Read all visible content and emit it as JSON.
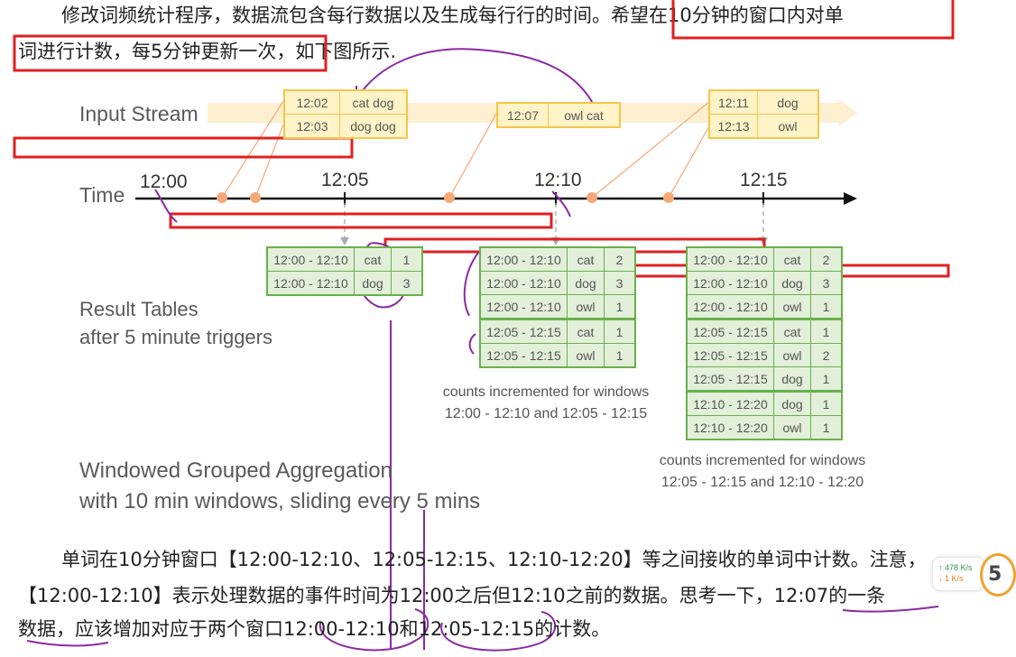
{
  "text": {
    "p1_line1": "修改词频统计程序，数据流包含每行数据以及生成每行行的时间。希望在10分钟的窗口内对单",
    "p1_line2": "词进行计数，每5分钟更新一次，如下图所示.",
    "p2_line1": "单词在10分钟窗口【12:00-12:10、12:05-12:15、12:10-12:20】等之间接收的单词中计数。注意，",
    "p2_line2": "【12:00-12:10】表示处理数据的事件时间为12:00之后但12:10之前的数据。思考一下，12:07的一条",
    "p2_line3": "数据，应该增加对应于两个窗口12:00-12:10和12:05-12:15的计数。"
  },
  "diagram": {
    "input_label": "Input Stream",
    "time_label": "Time",
    "result_label_1": "Result Tables",
    "result_label_2": "after 5 minute triggers",
    "agg_label_1": "Windowed Grouped Aggregation",
    "agg_label_2": "with 10 min windows, sliding every 5 mins",
    "ticks": [
      "12:00",
      "12:05",
      "12:10",
      "12:15"
    ],
    "events": [
      [
        {
          "time": "12:02",
          "words": "cat dog"
        },
        {
          "time": "12:03",
          "words": "dog dog"
        }
      ],
      [
        {
          "time": "12:07",
          "words": "owl cat"
        }
      ],
      [
        {
          "time": "12:11",
          "words": "dog"
        },
        {
          "time": "12:13",
          "words": "owl"
        }
      ]
    ],
    "result_tables": [
      [
        {
          "window": "12:00 - 12:10",
          "word": "cat",
          "count": "1"
        },
        {
          "window": "12:00 - 12:10",
          "word": "dog",
          "count": "3"
        }
      ],
      [
        {
          "window": "12:00 - 12:10",
          "word": "cat",
          "count": "2"
        },
        {
          "window": "12:00 - 12:10",
          "word": "dog",
          "count": "3"
        },
        {
          "window": "12:00 - 12:10",
          "word": "owl",
          "count": "1"
        },
        {
          "window": "12:05 - 12:15",
          "word": "cat",
          "count": "1"
        },
        {
          "window": "12:05 - 12:15",
          "word": "owl",
          "count": "1"
        }
      ],
      [
        {
          "window": "12:00 - 12:10",
          "word": "cat",
          "count": "2"
        },
        {
          "window": "12:00 - 12:10",
          "word": "dog",
          "count": "3"
        },
        {
          "window": "12:00 - 12:10",
          "word": "owl",
          "count": "1"
        },
        {
          "window": "12:05 - 12:15",
          "word": "cat",
          "count": "1"
        },
        {
          "window": "12:05 - 12:15",
          "word": "owl",
          "count": "2"
        },
        {
          "window": "12:05 - 12:15",
          "word": "dog",
          "count": "1"
        },
        {
          "window": "12:10 - 12:20",
          "word": "dog",
          "count": "1"
        },
        {
          "window": "12:10 - 12:20",
          "word": "owl",
          "count": "1"
        }
      ]
    ],
    "caption_1": [
      "counts incremented for windows",
      "12:00 - 12:10 and 12:05 - 12:15"
    ],
    "caption_2": [
      "counts incremented for windows",
      "12:05 - 12:15 and 12:10 - 12:20"
    ]
  },
  "net_speed": {
    "up": "↑ 478 K/s",
    "down": "↓ 1   K/s"
  },
  "badge": "5",
  "colors": {
    "event_border": "#f5c64a",
    "result_border": "#6ab04c",
    "annotation_red": "#e02020",
    "annotation_purple": "#8a2aa0",
    "dot": "#f5a878"
  }
}
